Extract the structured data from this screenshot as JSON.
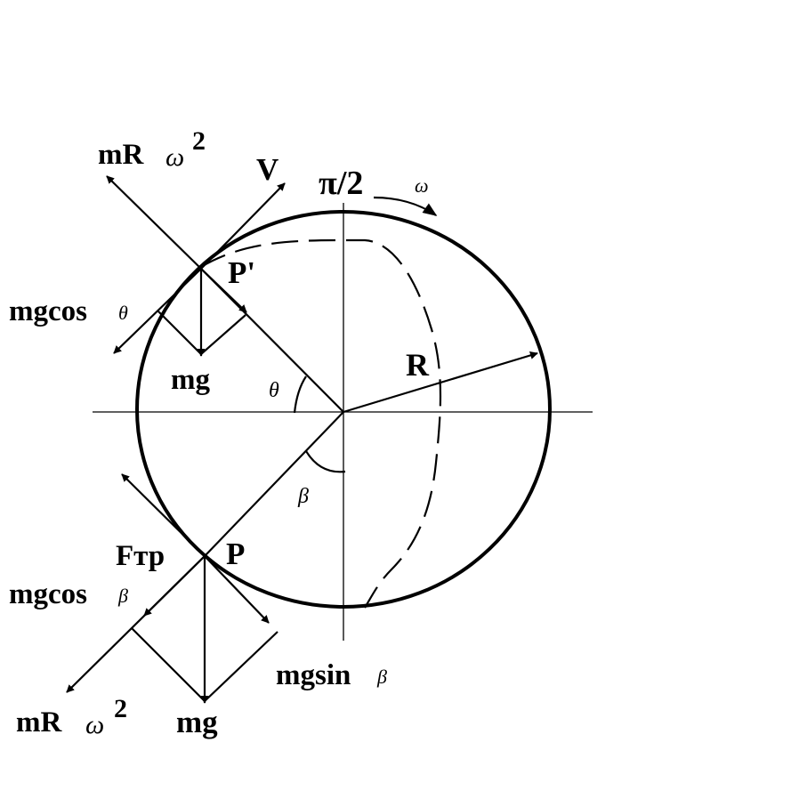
{
  "labels": {
    "mRw2_top": "mR",
    "omega_sq_top": "ω",
    "sq_top": "2",
    "velocity": "V",
    "pi_half": "π/2",
    "omega_rot": "ω",
    "point_p_prime": "P'",
    "mgcos_theta": "mgcos",
    "theta_sym_a": "θ",
    "mg_top": "mg",
    "theta_sym_b": "θ",
    "radius": "R",
    "beta_sym": "β",
    "friction": "Fтр",
    "point_p": "P",
    "mgcos_beta": "mgcos",
    "beta_sym_b": "β",
    "mgsin_beta": "mgsin",
    "beta_sym_c": "β",
    "mRw2_bottom": "mR",
    "omega_sq_bottom": "ω",
    "sq_bottom": "2",
    "mg_bottom": "mg"
  },
  "colors": {
    "ink": "#000000",
    "background": "#ffffff"
  }
}
